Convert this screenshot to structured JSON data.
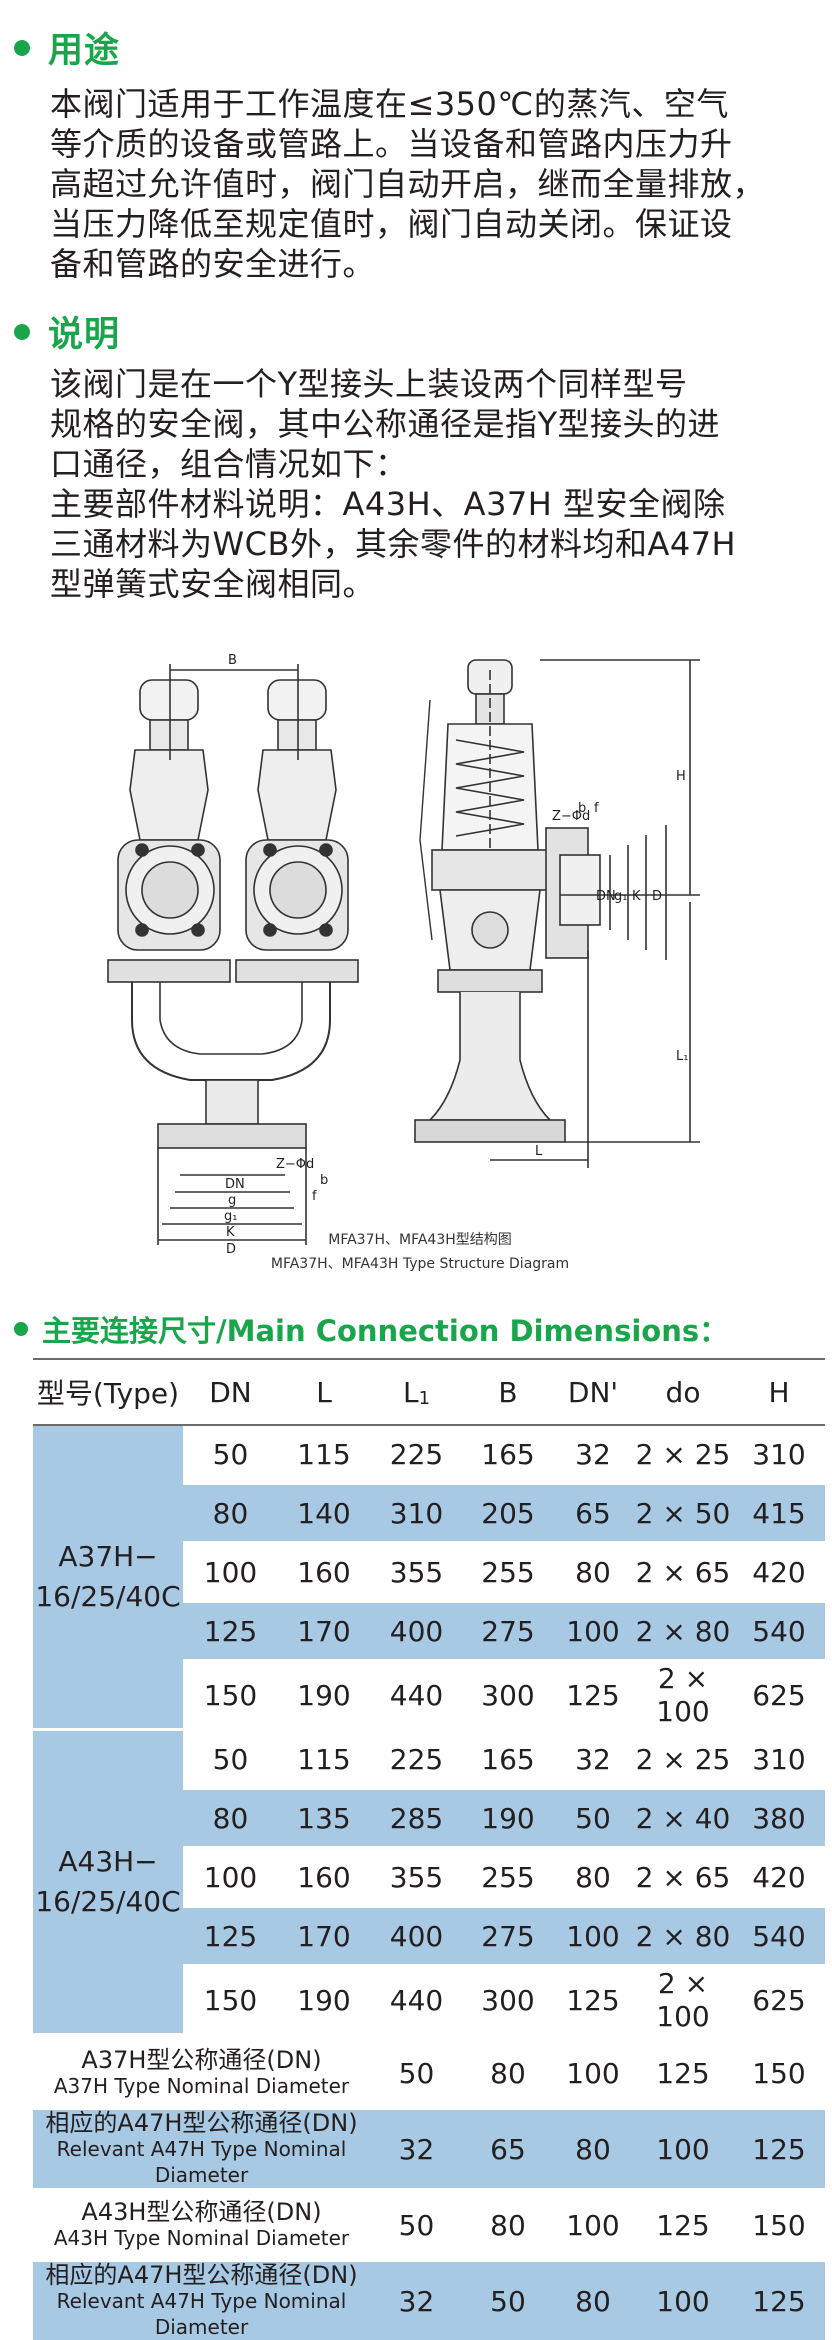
{
  "section1": {
    "title": "用途",
    "lines": [
      "本阀门适用于工作温度在≤350℃的蒸汽、空气",
      "等介质的设备或管路上。当设备和管路内压力升",
      "高超过允许值时，阀门自动开启，继而全量排放，",
      "当压力降低至规定值时，阀门自动关闭。保证设",
      "备和管路的安全进行。"
    ]
  },
  "section2": {
    "title": "说明",
    "lines": [
      "该阀门是在一个Y型接头上装设两个同样型号",
      "规格的安全阀，其中公称通径是指Y型接头的进",
      "口通径，组合情况如下：",
      "主要部件材料说明：A43H、A37H 型安全阀除",
      "三通材料为WCB外，其余零件的材料均和A47H",
      "型弹簧式安全阀相同。"
    ]
  },
  "diagram": {
    "caption_cn": "MFA37H、MFA43H型结构图",
    "caption_en": "MFA37H、MFA43H Type Structure Diagram",
    "labels": {
      "B": "B",
      "Zd_left": "Z−Φd",
      "DN": "DN",
      "g": "g",
      "g1": "g₁",
      "K": "K",
      "D": "D",
      "f": "f",
      "b": "b",
      "H": "H",
      "L": "L",
      "L1": "L₁",
      "Zd_right": "Z−Φd",
      "DNr": "DN",
      "g1r": "g₁",
      "Kr": "K",
      "Dr": "D",
      "br": "b",
      "fr": "f"
    }
  },
  "dimensions": {
    "title": "主要连接尺寸/Main Connection Dimensions：",
    "headers": [
      "型号(Type)",
      "DN",
      "L",
      "L",
      "B",
      "DN'",
      "do",
      "H"
    ],
    "l1_sub": "1",
    "groups": [
      {
        "type": [
          "A37H−",
          "16/25/40C"
        ],
        "rows": [
          [
            "50",
            "115",
            "225",
            "165",
            "32",
            "2 × 25",
            "310"
          ],
          [
            "80",
            "140",
            "310",
            "205",
            "65",
            "2 × 50",
            "415"
          ],
          [
            "100",
            "160",
            "355",
            "255",
            "80",
            "2 × 65",
            "420"
          ],
          [
            "125",
            "170",
            "400",
            "275",
            "100",
            "2 × 80",
            "540"
          ],
          [
            "150",
            "190",
            "440",
            "300",
            "125",
            "2 × 100",
            "625"
          ]
        ]
      },
      {
        "type": [
          "A43H−",
          "16/25/40C"
        ],
        "rows": [
          [
            "50",
            "115",
            "225",
            "165",
            "32",
            "2 × 25",
            "310"
          ],
          [
            "80",
            "135",
            "285",
            "190",
            "50",
            "2 × 40",
            "380"
          ],
          [
            "100",
            "160",
            "355",
            "255",
            "80",
            "2 × 65",
            "420"
          ],
          [
            "125",
            "170",
            "400",
            "275",
            "100",
            "2 × 80",
            "540"
          ],
          [
            "150",
            "190",
            "440",
            "300",
            "125",
            "2 × 100",
            "625"
          ]
        ]
      }
    ],
    "bottom_rows": [
      {
        "cn": "A37H型公称通径(DN)",
        "en": "A37H Type Nominal Diameter",
        "values": [
          "50",
          "80",
          "100",
          "125",
          "150"
        ]
      },
      {
        "cn": "相应的A47H型公称通径(DN)",
        "en": "Relevant A47H Type Nominal Diameter",
        "values": [
          "32",
          "65",
          "80",
          "100",
          "125"
        ]
      },
      {
        "cn": "A43H型公称通径(DN)",
        "en": "A43H Type Nominal Diameter",
        "values": [
          "50",
          "80",
          "100",
          "125",
          "150"
        ]
      },
      {
        "cn": "相应的A47H型公称通径(DN)",
        "en": "Relevant A47H Type Nominal Diameter",
        "values": [
          "32",
          "50",
          "80",
          "100",
          "125"
        ]
      }
    ]
  },
  "colors": {
    "accent": "#19a64a",
    "table_blue": "#a8c9e4"
  }
}
